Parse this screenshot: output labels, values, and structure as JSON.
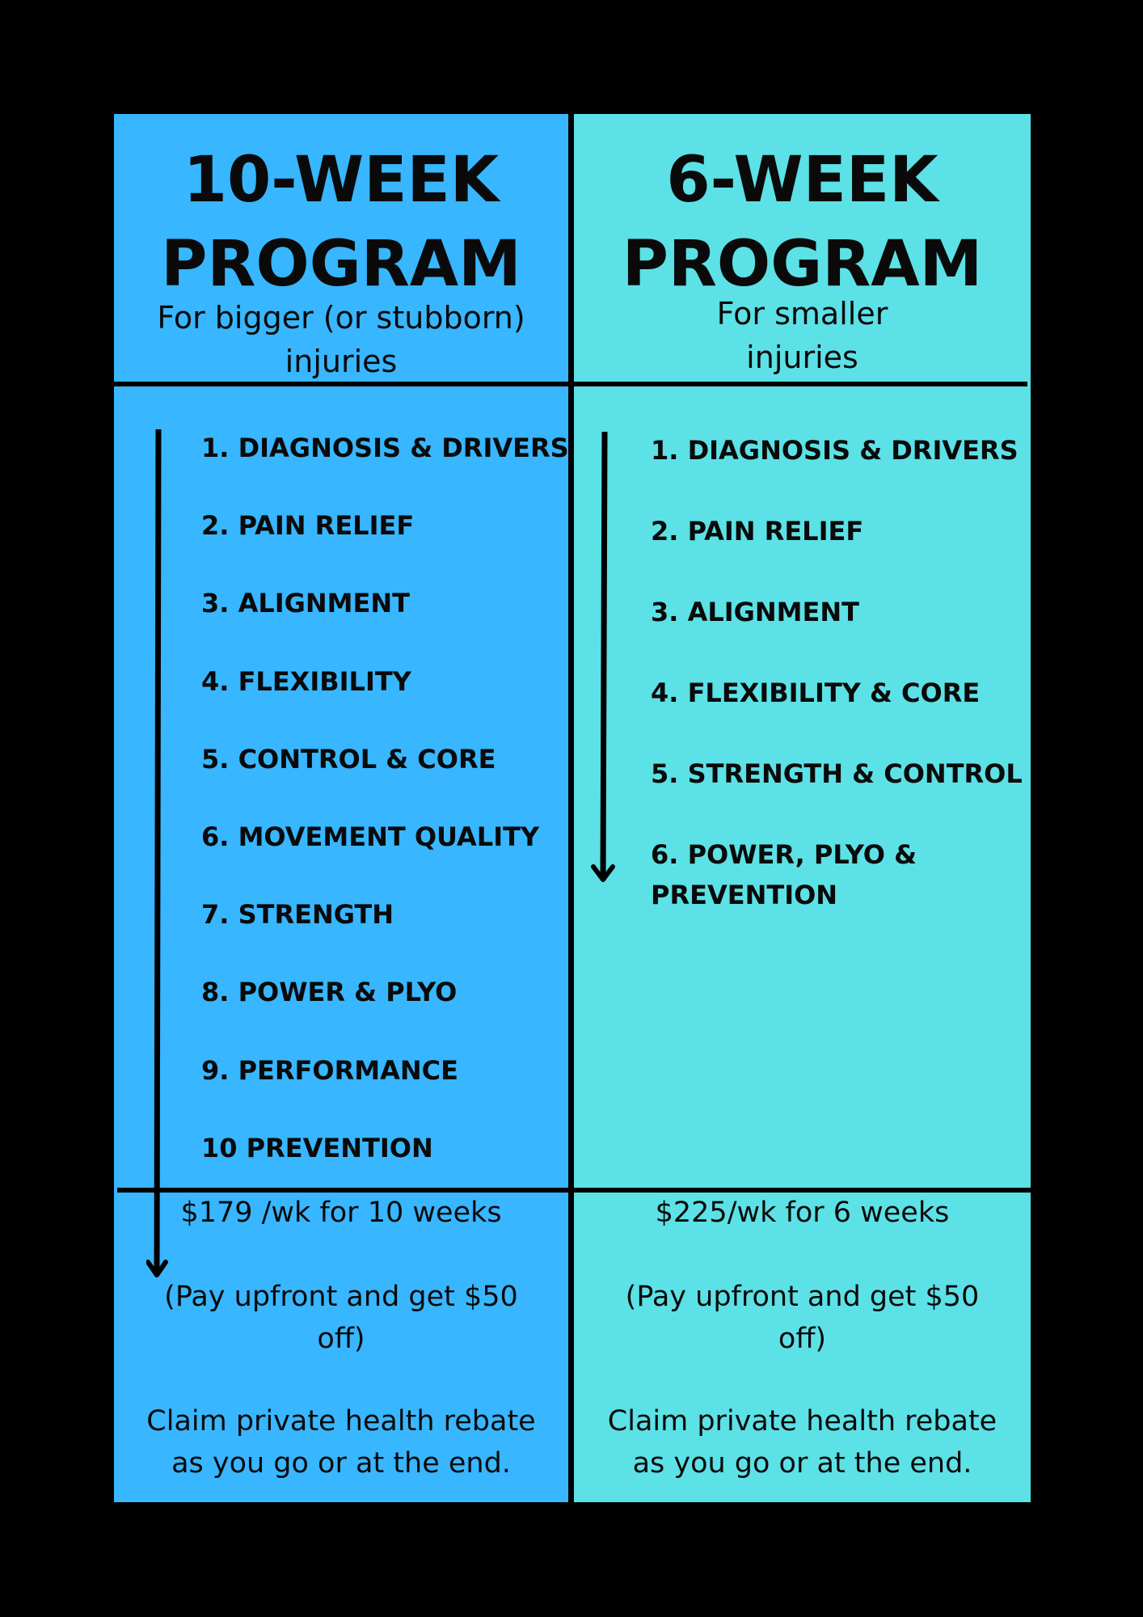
{
  "colors": {
    "background": "#000000",
    "left_panel": "#38b6ff",
    "right_panel": "#5ce1e6",
    "text": "#0a0a0a"
  },
  "left": {
    "title_line1": "10-WEEK",
    "title_line2": "PROGRAM",
    "subtitle_line1": "For bigger (or stubborn)",
    "subtitle_line2": "injuries",
    "steps": [
      "1. DIAGNOSIS & DRIVERS",
      "2. PAIN RELIEF",
      "3. ALIGNMENT",
      "4. FLEXIBILITY",
      "5. CONTROL & CORE",
      "6. MOVEMENT QUALITY",
      "7. STRENGTH",
      "8. POWER & PLYO",
      "9. PERFORMANCE",
      "10 PREVENTION"
    ],
    "price": "$179 /wk for 10 weeks",
    "upfront_line1": "(Pay upfront and get $50",
    "upfront_line2": "off)",
    "rebate_line1": "Claim private health rebate",
    "rebate_line2": "as you go or at the end."
  },
  "right": {
    "title_line1": "6-WEEK",
    "title_line2": "PROGRAM",
    "subtitle_line1": "For smaller",
    "subtitle_line2": "injuries",
    "steps": [
      "1. DIAGNOSIS & DRIVERS",
      "2. PAIN RELIEF",
      "3. ALIGNMENT",
      "4. FLEXIBILITY & CORE",
      "5. STRENGTH & CONTROL",
      "6. POWER, PLYO &",
      "PREVENTION"
    ],
    "price": "$225/wk for 6 weeks",
    "upfront_line1": "(Pay upfront and get $50",
    "upfront_line2": "off)",
    "rebate_line1": "Claim private health rebate",
    "rebate_line2": "as you go or at the end."
  }
}
